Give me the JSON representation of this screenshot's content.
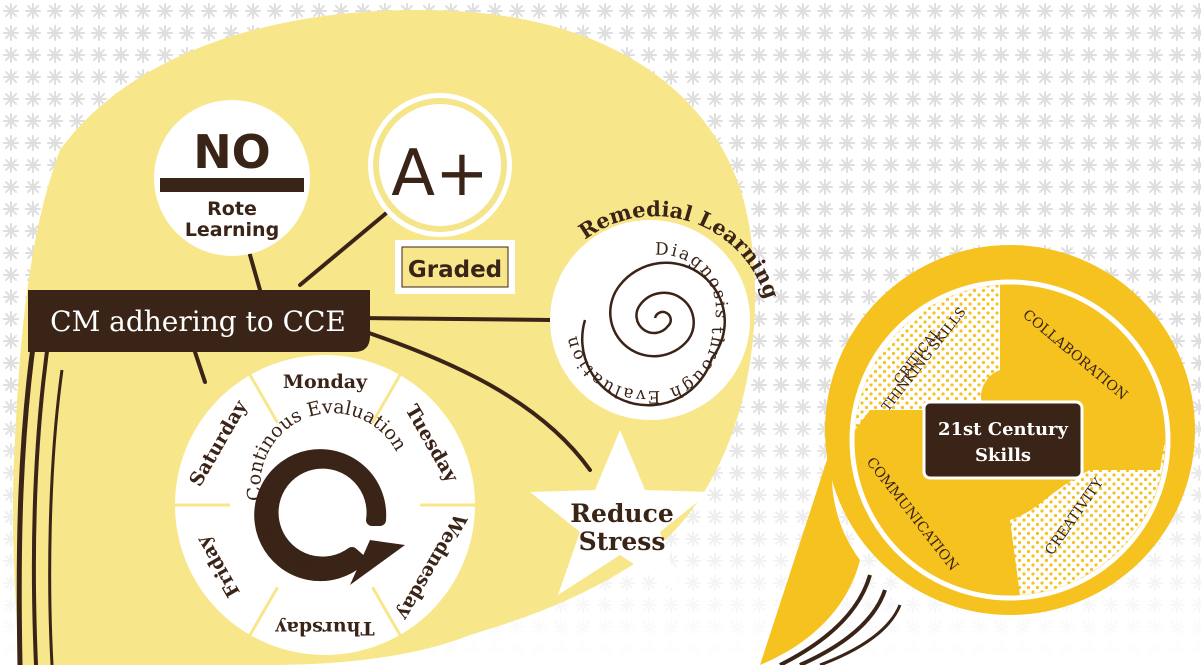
{
  "colors": {
    "cream": "#f8e68a",
    "gold": "#f5c21f",
    "brown": "#3a2317",
    "white": "#ffffff",
    "pattern": "#e4e4e4"
  },
  "icons": [
    "snowflake-pattern",
    "circular-arrow-icon",
    "spiral-icon",
    "star-shape"
  ],
  "central_node": {
    "label": "CM adhering to CCE"
  },
  "no_rote": {
    "big": "NO",
    "line1": "Rote",
    "line2": "Learning"
  },
  "grade": {
    "mark": "A+",
    "label": "Graded"
  },
  "remedial": {
    "title": "Remedial Learning",
    "spiral_text": "Diagnosis through Evaluation"
  },
  "evaluation_wheel": {
    "center": "Continous Evaluation",
    "days": [
      "Monday",
      "Tuesday",
      "Wednesday",
      "Thursday",
      "Friday",
      "Saturday"
    ]
  },
  "stress": {
    "line1": "Reduce",
    "line2": "Stress"
  },
  "skills": {
    "center_line1": "21st Century",
    "center_line2": "Skills",
    "critical_line1": "CRITICAL",
    "critical_line2": "THINKING SKILLS",
    "collaboration": "COLLABORATION",
    "communication": "COMMUNICATION",
    "creativity": "CREATIVITY"
  }
}
